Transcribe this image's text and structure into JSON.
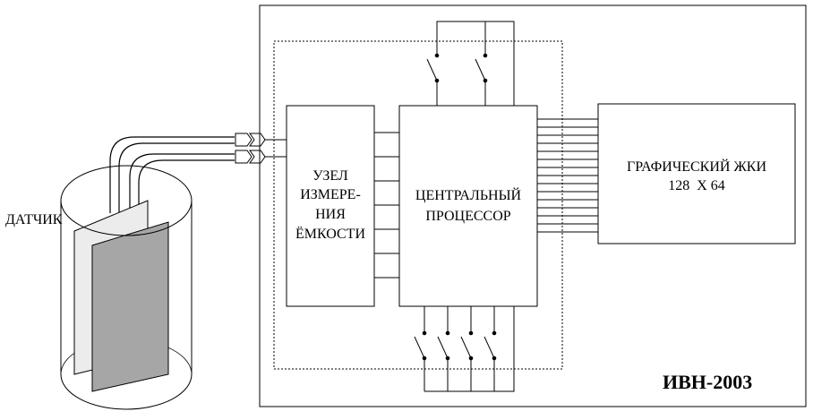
{
  "labels": {
    "sensor": "ДАТЧИК",
    "measure_unit": [
      "УЗЕЛ",
      "ИЗМЕРЕ-",
      "НИЯ",
      "ЁМКОСТИ"
    ],
    "cpu": [
      "ЦЕНТРАЛЬНЫЙ",
      "ПРОЦЕССОР"
    ],
    "lcd": [
      "ГРАФИЧЕСКИЙ ЖКИ",
      "128  Х 64"
    ],
    "device": "ИВН-2003"
  },
  "colors": {
    "line": "#000000",
    "plate_front": "#a6a6a6",
    "plate_back": "#ececec",
    "background": "#ffffff"
  }
}
